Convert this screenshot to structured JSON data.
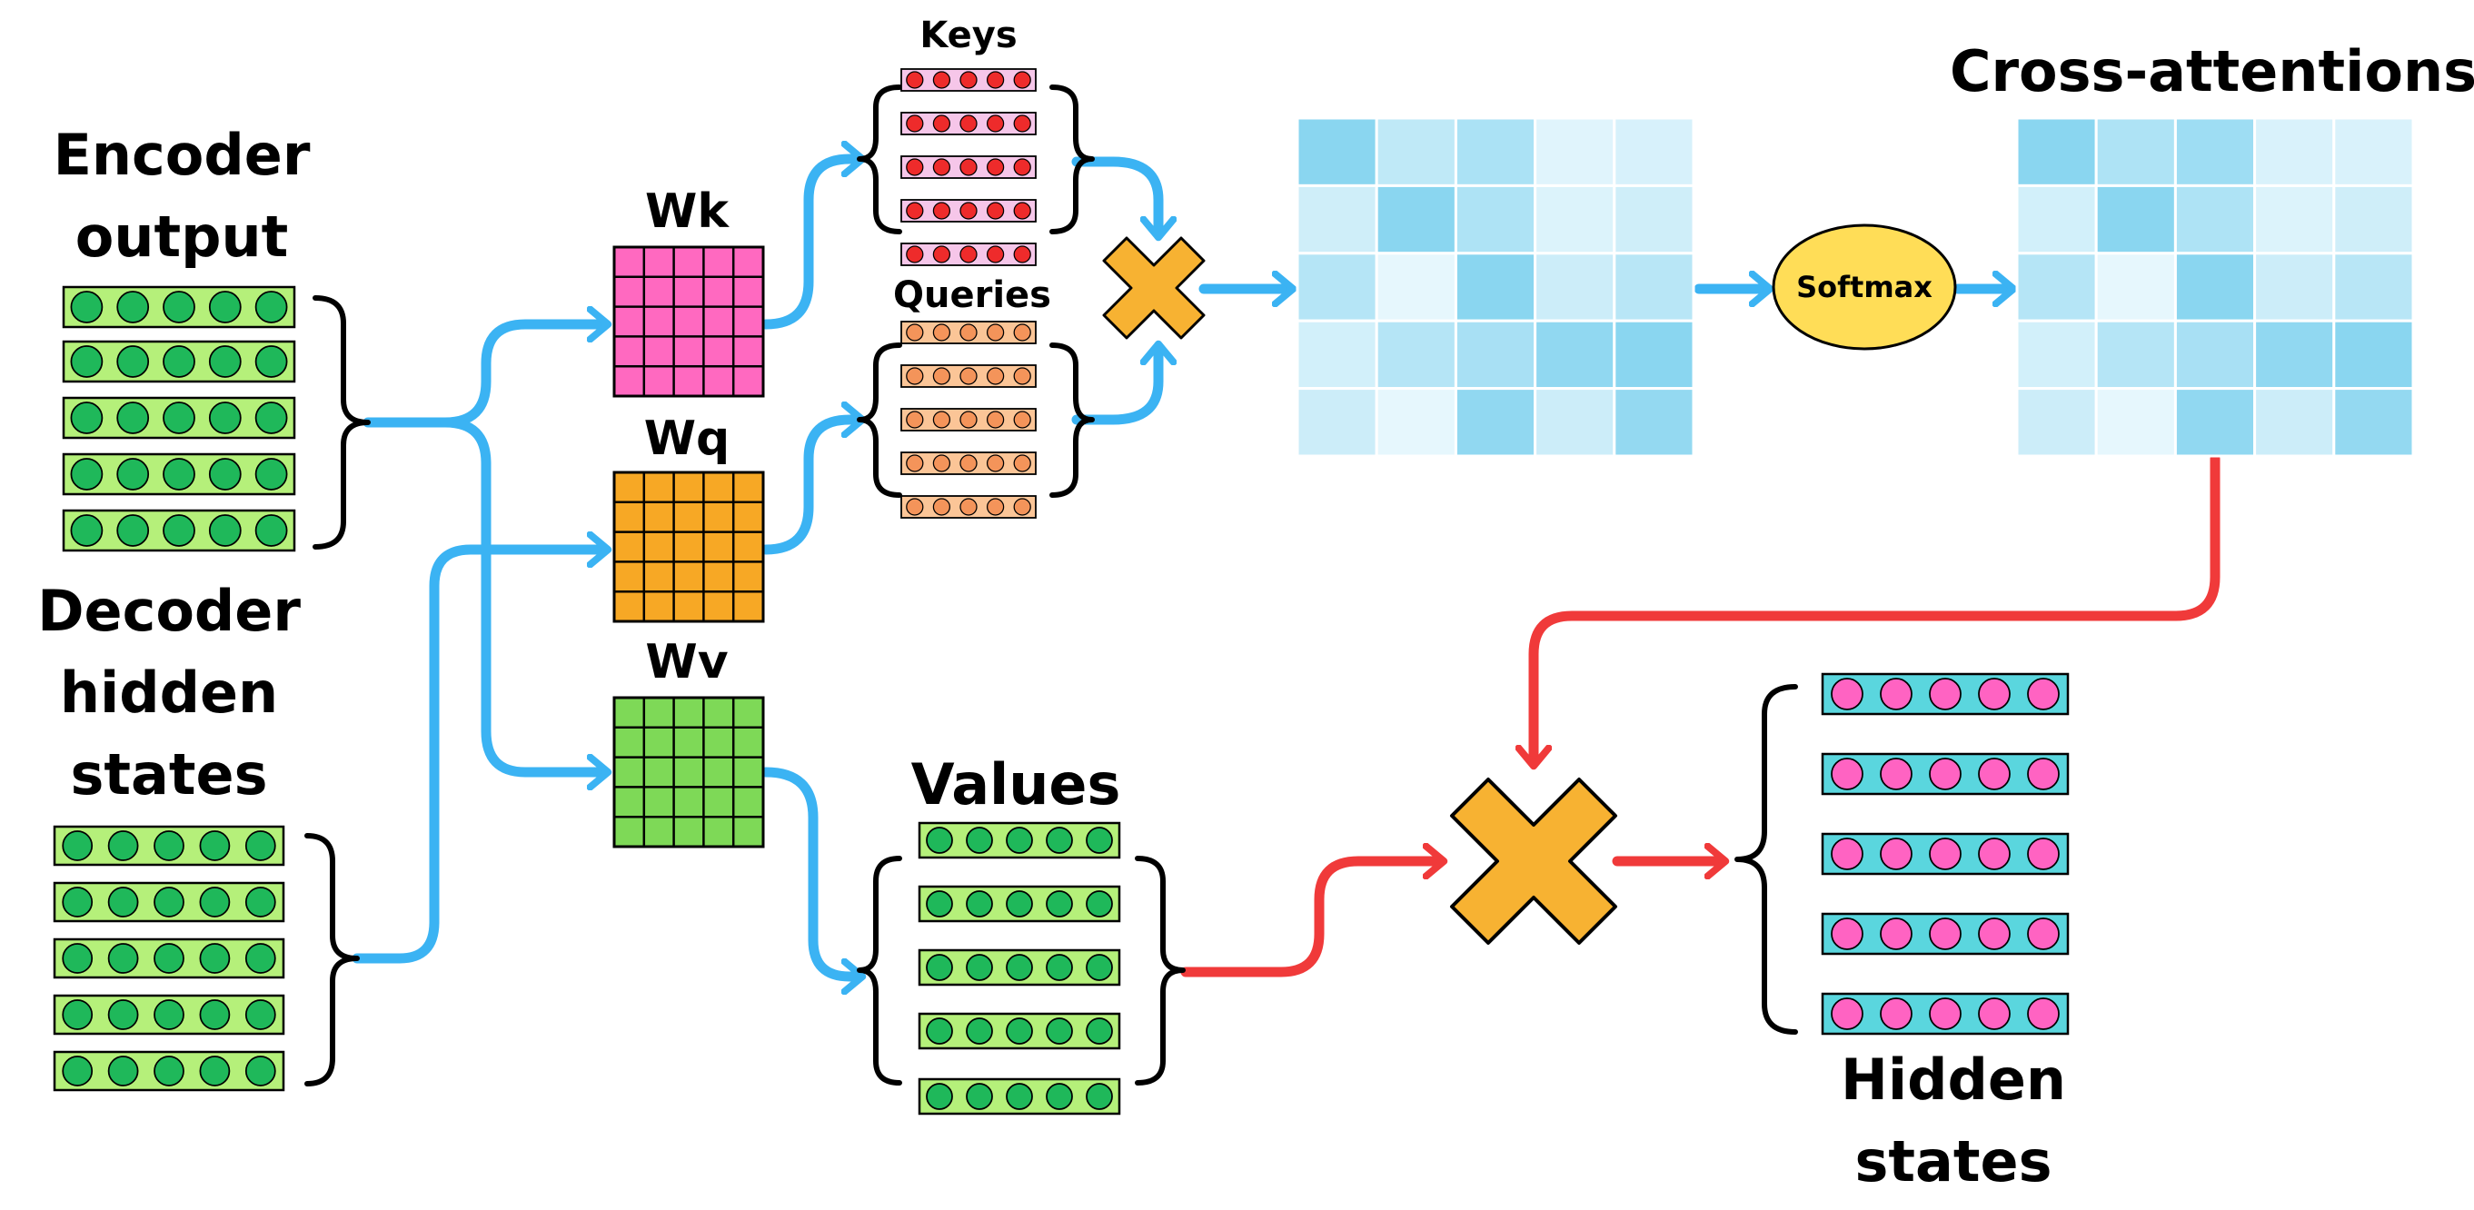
{
  "labels": {
    "encoder_output": [
      "Encoder",
      "output"
    ],
    "decoder_hidden_states": [
      "Decoder",
      "hidden",
      "states"
    ],
    "wk": "Wk",
    "wq": "Wq",
    "wv": "Wv",
    "keys": "Keys",
    "queries": "Queries",
    "values": "Values",
    "cross_attentions": "Cross-attentions",
    "softmax": "Softmax",
    "hidden_states": [
      "Hidden",
      "states"
    ]
  },
  "colors": {
    "blue_arrow": "#3bb3f3",
    "red_arrow": "#f03a3a",
    "wk_matrix": "#ff69c0",
    "wq_matrix": "#f7a825",
    "wv_matrix": "#7ed957",
    "multiply": "#f7b232",
    "softmax_fill": "#ffdd57",
    "encoder_vector_bg": "#b5f07a",
    "encoder_dot": "#1fb85a",
    "key_vector_bg": "#f6c6e9",
    "key_dot": "#ee2b2b",
    "query_vector_bg": "#fbc597",
    "query_dot": "#f4945a",
    "hidden_vector_bg": "#5ad6de",
    "hidden_dot": "#ff63c2"
  },
  "vector_dots": 5,
  "matrix_size": 5,
  "attention_scores": [
    [
      0.62,
      0.3,
      0.42,
      0.1,
      0.15
    ],
    [
      0.2,
      0.62,
      0.4,
      0.12,
      0.2
    ],
    [
      0.36,
      0.06,
      0.62,
      0.22,
      0.34
    ],
    [
      0.18,
      0.36,
      0.44,
      0.58,
      0.62
    ],
    [
      0.22,
      0.06,
      0.58,
      0.22,
      0.56
    ]
  ],
  "cross_attention_weights": [
    [
      0.62,
      0.4,
      0.5,
      0.14,
      0.14
    ],
    [
      0.18,
      0.62,
      0.4,
      0.12,
      0.2
    ],
    [
      0.36,
      0.06,
      0.62,
      0.22,
      0.34
    ],
    [
      0.18,
      0.36,
      0.44,
      0.58,
      0.62
    ],
    [
      0.22,
      0.06,
      0.58,
      0.22,
      0.56
    ]
  ]
}
